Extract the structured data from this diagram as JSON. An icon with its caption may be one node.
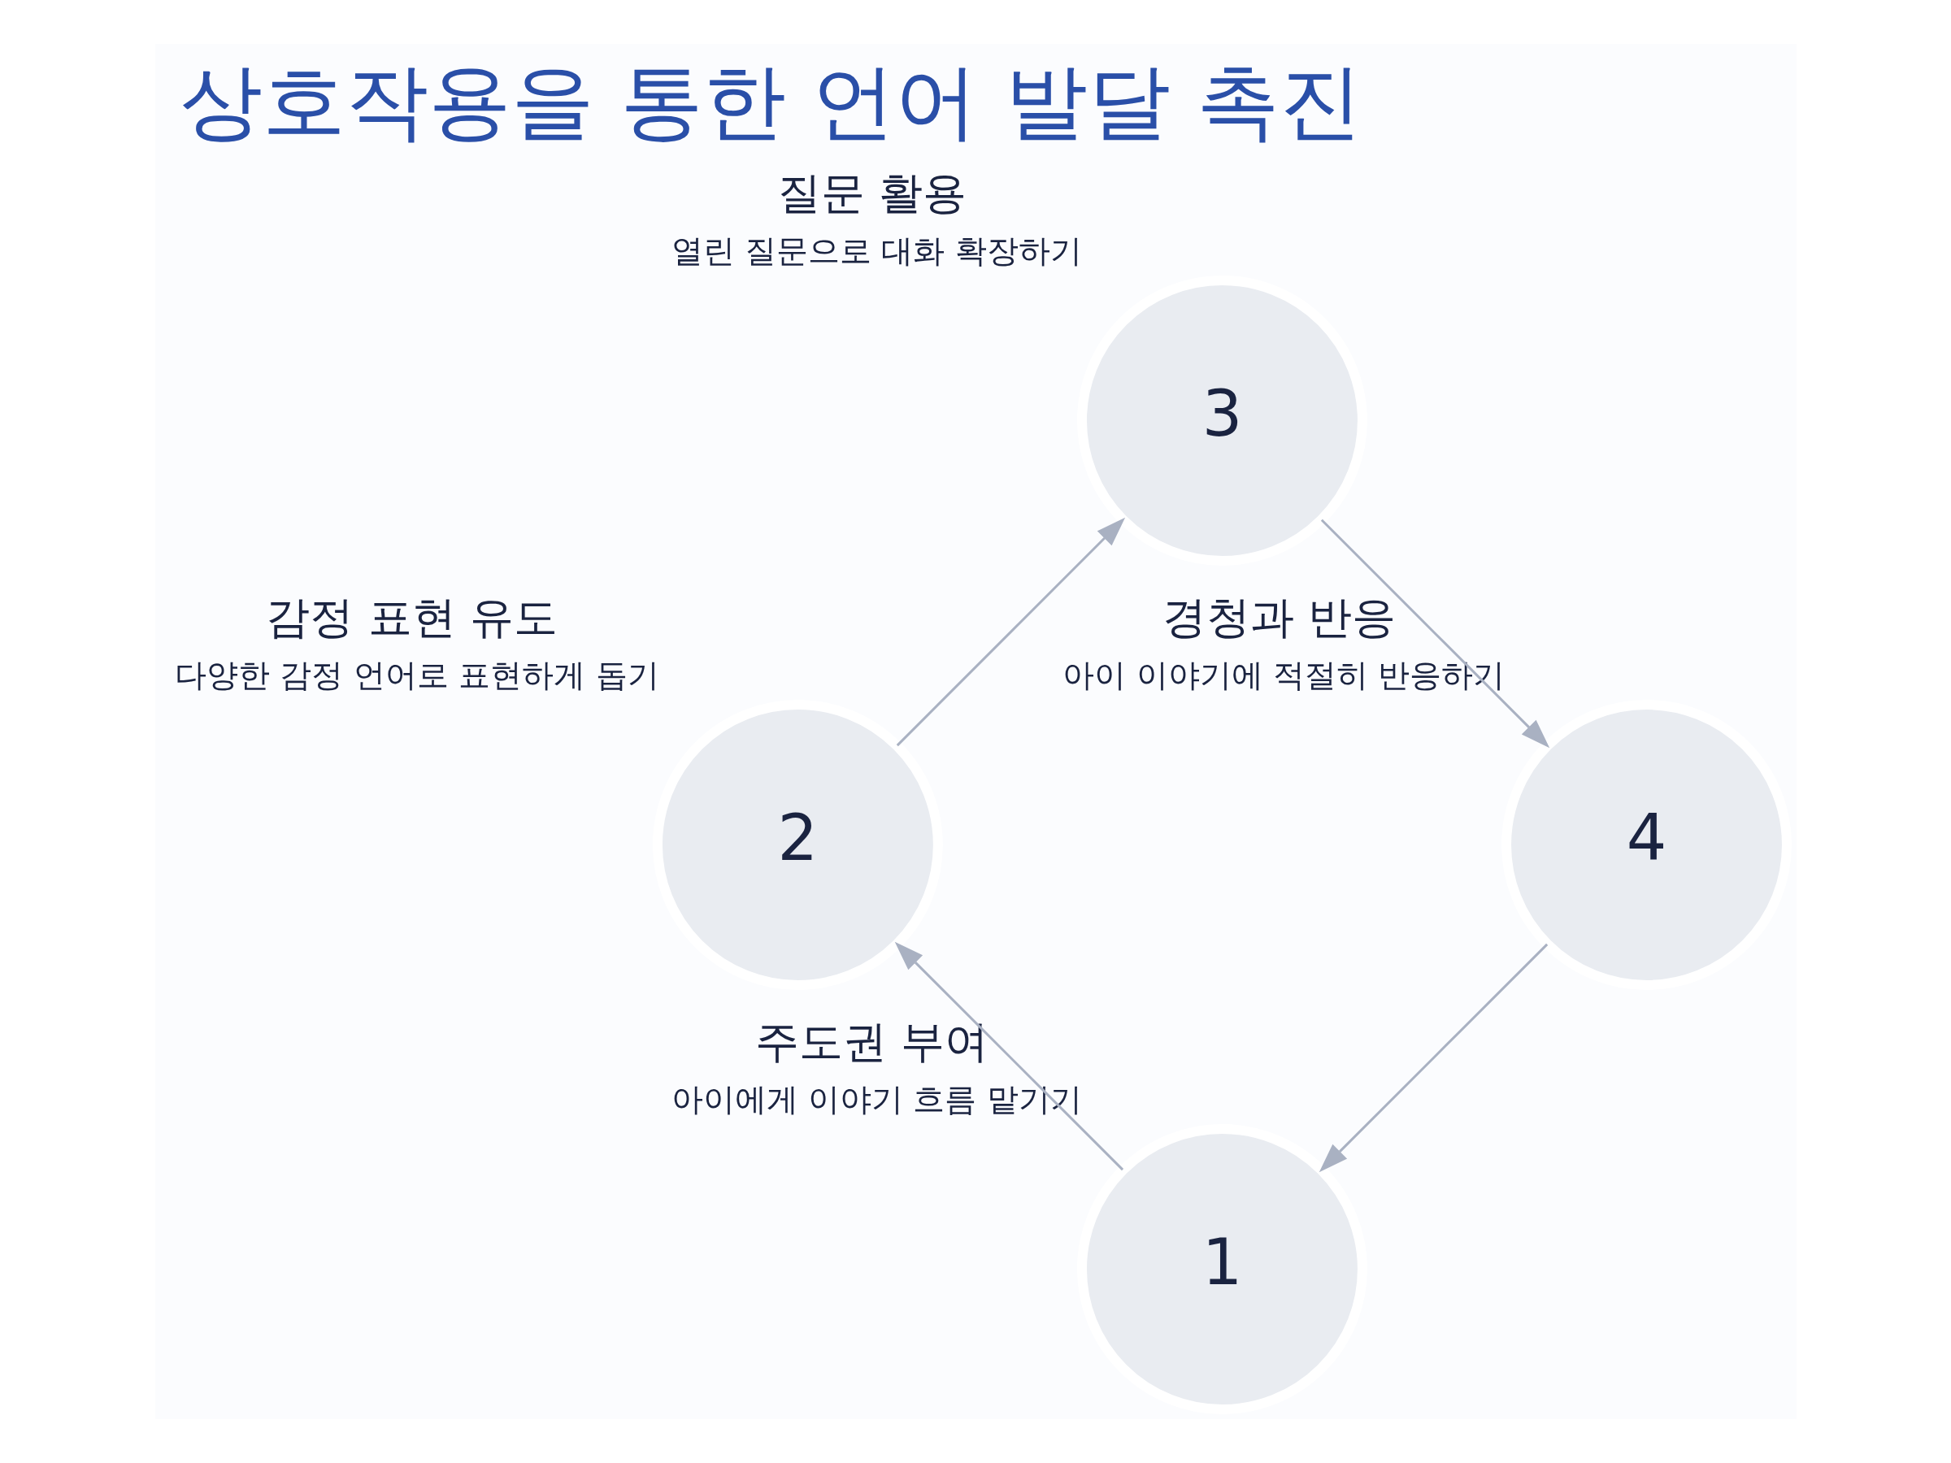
{
  "diagram": {
    "title": "상호작용을 통한 언어 발달 촉진",
    "nodes": [
      {
        "text": [
          "1"
        ],
        "beside": [
          "주도권 부여",
          "아이에게 이야기 흐름 맡기기"
        ]
      },
      {
        "text": [
          "2"
        ],
        "beside": [
          "감정 표현 유도",
          "다양한 감정 언어로 표현하게 돕기"
        ]
      },
      {
        "text": [
          "3"
        ],
        "beside": [
          "질문 활용",
          "열린 질문으로 대화 확장하기"
        ]
      },
      {
        "text": [
          "4"
        ],
        "beside": [
          "경청과 반응",
          "아이 이야기에 적절히 반응하기"
        ]
      }
    ],
    "edges": [
      {
        "from": 0,
        "to": 1,
        "arrow": "to"
      },
      {
        "from": 1,
        "to": 2,
        "arrow": "to"
      },
      {
        "from": 2,
        "to": 3,
        "arrow": "to"
      },
      {
        "from": 3,
        "to": 0,
        "arrow": "to"
      }
    ]
  }
}
